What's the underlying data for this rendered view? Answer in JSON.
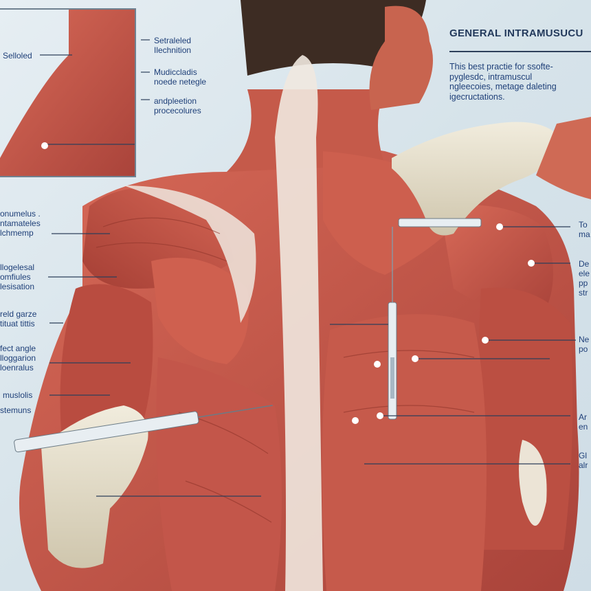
{
  "header": {
    "title": "GENERAL INTRAMUSUCU",
    "description": "This best practie for ssofte-\npyglesdc, intramuscul\nngleecoies, metage daleting\nigecructations."
  },
  "inset_labels": [
    {
      "text": "Selloled"
    },
    {
      "text": "Setraleled\nIlechnition"
    },
    {
      "text": "Mudiccladis\nnoede netegle"
    },
    {
      "text": "andpleetion\nprocecolures"
    }
  ],
  "left_labels": [
    {
      "text": "onumelus .\nntamateles\nlchmemp"
    },
    {
      "text": "llogelesal\nomfiules\nlesisation"
    },
    {
      "text": "reld garze\ntituat tittis"
    },
    {
      "text": "fect angle\nlloggarion\nloenralus"
    },
    {
      "text": "muslolis"
    },
    {
      "text": "stemuns"
    }
  ],
  "right_labels": [
    {
      "text": "To\nma"
    },
    {
      "text": "De\nele\npp\nstr"
    },
    {
      "text": "Ne\npo"
    },
    {
      "text": "Ar\nen"
    },
    {
      "text": "Gl\nalr"
    }
  ],
  "colors": {
    "muscle": "#c8574a",
    "muscle_dark": "#8e3329",
    "tendon": "#f1ece4",
    "label_text": "#1e3f78",
    "glove": "#e9e2cf"
  }
}
